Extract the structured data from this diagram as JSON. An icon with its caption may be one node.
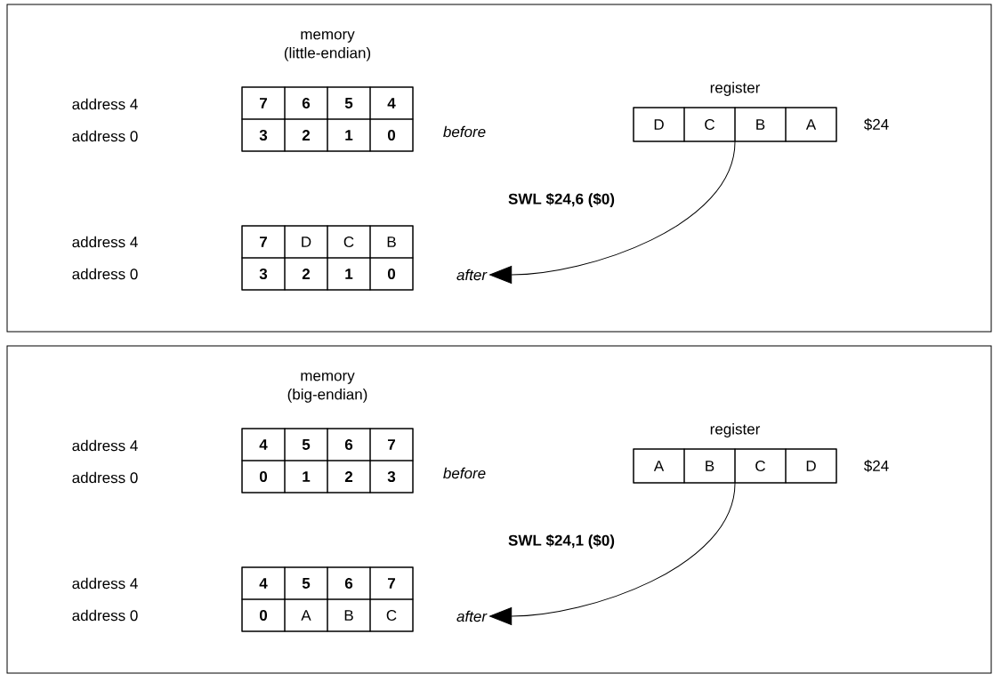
{
  "diagram": {
    "nodes": [
      {
        "text": [],
        "shape": "box"
      },
      {
        "text": [
          "memory (little-endian)"
        ],
        "beside": [
          "before"
        ],
        "in": 0
      },
      {
        "text": [
          "**7**"
        ],
        "in": 1
      },
      {
        "text": [
          "**6**"
        ],
        "in": 1
      },
      {
        "text": [
          "**5**"
        ],
        "in": 1
      },
      {
        "text": [
          "**4**"
        ],
        "in": 1
      },
      {
        "text": [
          "**3**"
        ],
        "in": 1
      },
      {
        "text": [
          "**2**"
        ],
        "in": 1
      },
      {
        "text": [
          "**1**"
        ],
        "in": 1
      },
      {
        "text": [
          "**0**"
        ],
        "in": 1
      },
      {
        "text": [
          "register"
        ],
        "beside": [
          "$24"
        ],
        "in": 0
      },
      {
        "text": [
          "D"
        ],
        "in": 10
      },
      {
        "text": [
          "C"
        ],
        "in": 10
      },
      {
        "text": [
          "B"
        ],
        "in": 10
      },
      {
        "text": [
          "A"
        ],
        "in": 10
      },
      {
        "text": [],
        "shape": "box",
        "in": 0
      },
      {
        "text": [
          "**7**"
        ],
        "in": 15
      },
      {
        "text": [
          "D"
        ],
        "in": 15
      },
      {
        "text": [
          "C"
        ],
        "in": 15
      },
      {
        "text": [
          "B"
        ],
        "in": 15
      },
      {
        "text": [
          "**3**"
        ],
        "in": 15
      },
      {
        "text": [
          "**2**"
        ],
        "in": 15
      },
      {
        "text": [
          "**1**"
        ],
        "in": 15
      },
      {
        "text": [
          "**0**"
        ],
        "in": 15
      },
      {
        "text": [
          "after"
        ],
        "in": 0
      },
      {
        "text": [],
        "shape": "box"
      },
      {
        "text": [
          "memory (big-endian)"
        ],
        "beside": [
          "before"
        ],
        "in": 25
      },
      {
        "text": [
          "**4**"
        ],
        "in": 26
      },
      {
        "text": [
          "**5**"
        ],
        "in": 26
      },
      {
        "text": [
          "**6**"
        ],
        "in": 26
      },
      {
        "text": [
          "**7**"
        ],
        "in": 26
      },
      {
        "text": [
          "**0**"
        ],
        "in": 26
      },
      {
        "text": [
          "**1**"
        ],
        "in": 26
      },
      {
        "text": [
          "**2**"
        ],
        "in": 26
      },
      {
        "text": [
          "**3**"
        ],
        "in": 26
      },
      {
        "text": [
          "register"
        ],
        "beside": [
          "$24"
        ],
        "in": 25
      },
      {
        "text": [
          "A"
        ],
        "in": 35
      },
      {
        "text": [
          "B"
        ],
        "in": 35
      },
      {
        "text": [
          "C"
        ],
        "in": 35
      },
      {
        "text": [
          "D"
        ],
        "in": 35
      },
      {
        "text": [],
        "shape": "box",
        "in": 25
      },
      {
        "text": [
          "**4**"
        ],
        "in": 40
      },
      {
        "text": [
          "**5**"
        ],
        "in": 40
      },
      {
        "text": [
          "**6**"
        ],
        "in": 40
      },
      {
        "text": [
          "**7**"
        ],
        "in": 40
      },
      {
        "text": [
          "**0**"
        ],
        "in": 40
      },
      {
        "text": [
          "A"
        ],
        "in": 40
      },
      {
        "text": [
          "B"
        ],
        "in": 40
      },
      {
        "text": [
          "C"
        ],
        "in": 40
      },
      {
        "text": [
          "after"
        ],
        "in": 25
      }
    ],
    "edges": [
      {
        "from": 10,
        "to": 24,
        "arrow": "to",
        "label": "SWL $24,6 ($0)"
      },
      {
        "from": 35,
        "to": 49,
        "arrow": "to",
        "label": "SWL $24,1 ($0)"
      }
    ],
    "labels": [
      "address 4",
      "address 0",
      "address 4",
      "address 0",
      "address 4",
      "address 0",
      "address 4",
      "address 0"
    ]
  }
}
